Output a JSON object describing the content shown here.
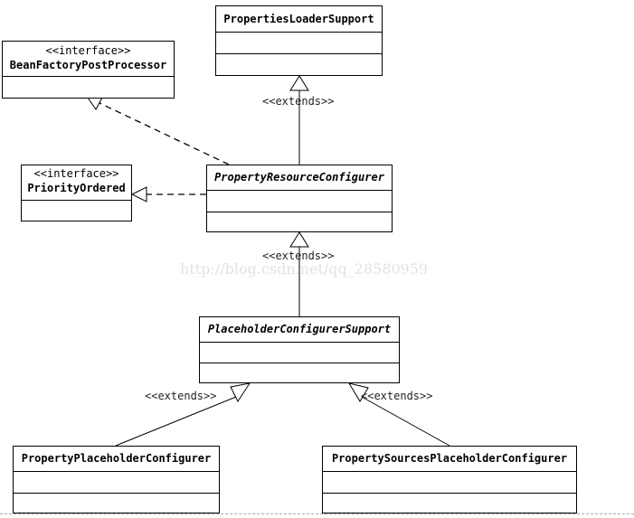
{
  "diagram": {
    "classes": {
      "properties_loader_support": {
        "name": "PropertiesLoaderSupport",
        "stereotype": ""
      },
      "bean_factory_post_processor": {
        "name": "BeanFactoryPostProcessor",
        "stereotype": "<<interface>>"
      },
      "priority_ordered": {
        "name": "PriorityOrdered",
        "stereotype": "<<interface>>"
      },
      "property_resource_configurer": {
        "name": "PropertyResourceConfigurer",
        "stereotype": ""
      },
      "placeholder_configurer_support": {
        "name": "PlaceholderConfigurerSupport",
        "stereotype": ""
      },
      "property_placeholder_configurer": {
        "name": "PropertyPlaceholderConfigurer",
        "stereotype": ""
      },
      "property_sources_placeholder_configurer": {
        "name": "PropertySourcesPlaceholderConfigurer",
        "stereotype": ""
      }
    },
    "labels": {
      "extends_1": "<<extends>>",
      "extends_2": "<<extends>>",
      "extends_3": "<<extends>>",
      "extends_4": "<<extends>>"
    },
    "relations": [
      {
        "from": "PropertyResourceConfigurer",
        "to": "PropertiesLoaderSupport",
        "kind": "generalization",
        "label": "<<extends>>"
      },
      {
        "from": "PropertyResourceConfigurer",
        "to": "BeanFactoryPostProcessor",
        "kind": "realization"
      },
      {
        "from": "PropertyResourceConfigurer",
        "to": "PriorityOrdered",
        "kind": "realization"
      },
      {
        "from": "PlaceholderConfigurerSupport",
        "to": "PropertyResourceConfigurer",
        "kind": "generalization",
        "label": "<<extends>>"
      },
      {
        "from": "PropertyPlaceholderConfigurer",
        "to": "PlaceholderConfigurerSupport",
        "kind": "generalization",
        "label": "<<extends>>"
      },
      {
        "from": "PropertySourcesPlaceholderConfigurer",
        "to": "PlaceholderConfigurerSupport",
        "kind": "generalization",
        "label": "<<extends>>"
      }
    ],
    "watermark": "http://blog.csdn.net/qq_28580959"
  }
}
